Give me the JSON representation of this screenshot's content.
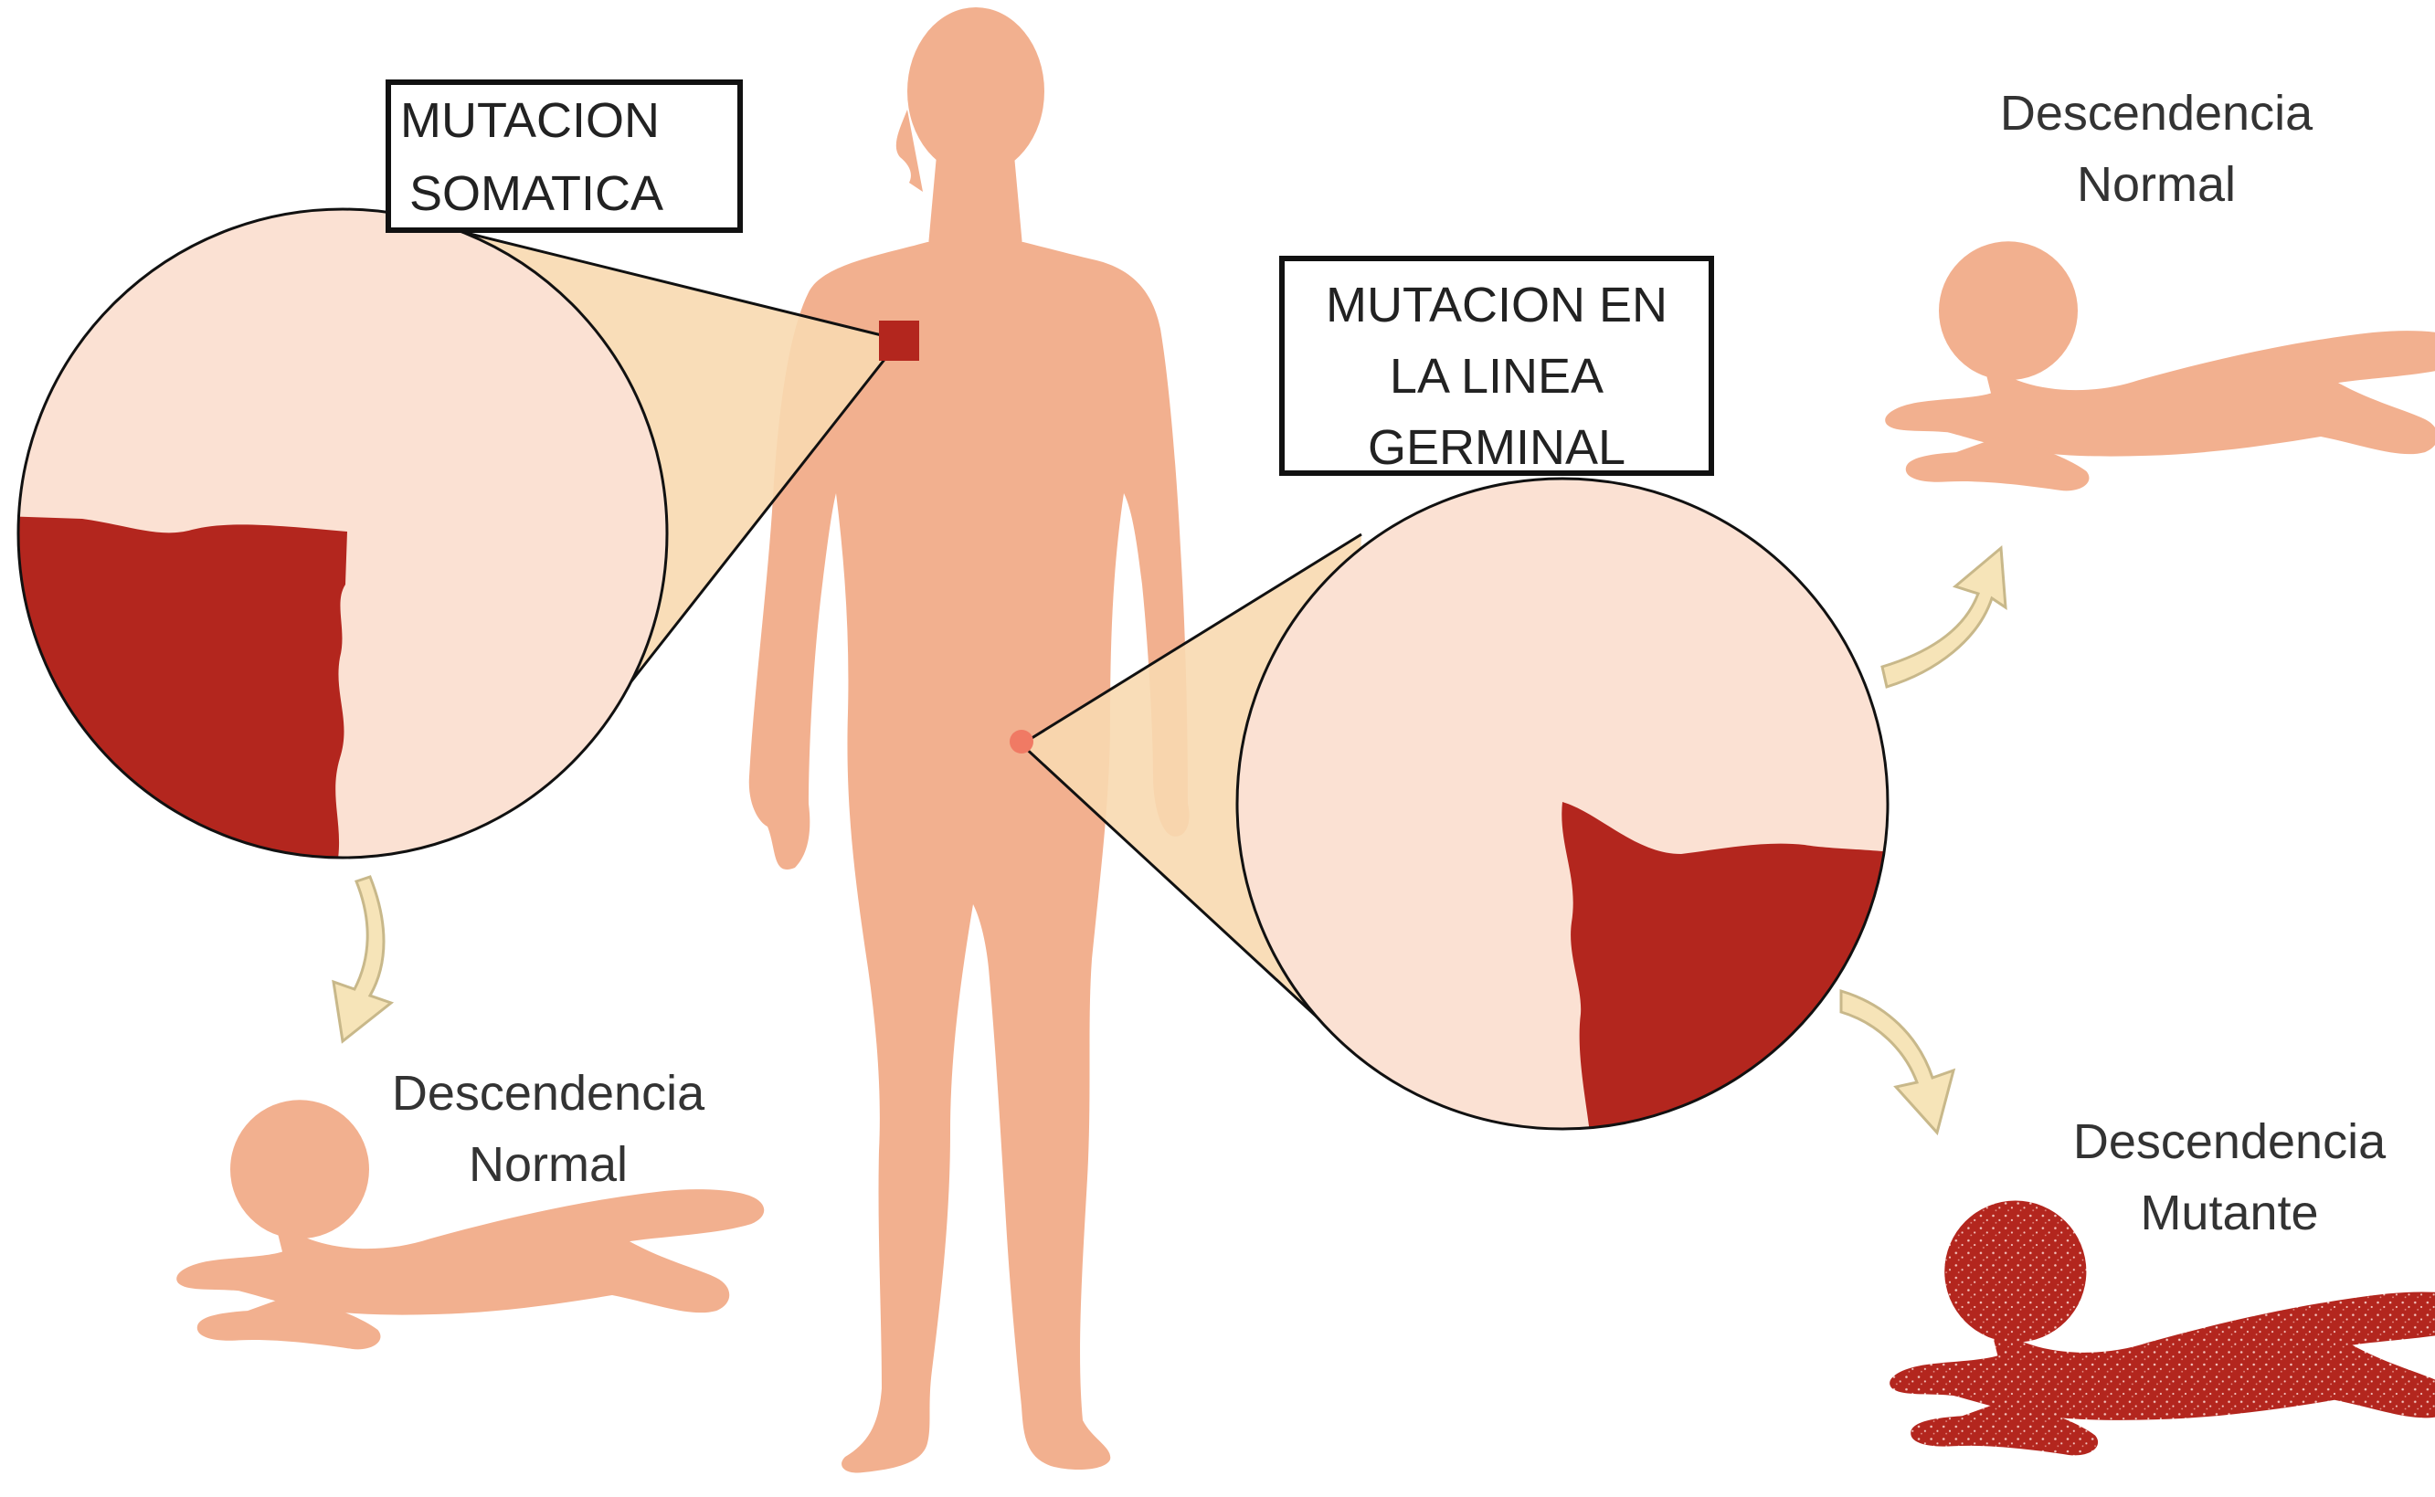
{
  "colors": {
    "skin": "#f2b08f",
    "skin_light": "#fbe1d3",
    "mutant": "#b3261e",
    "cone": "#f8d9b0",
    "arrow_fill": "#f6e4b8",
    "arrow_stroke": "#c8b88a",
    "text": "#333333",
    "box_border": "#111111"
  },
  "labels": {
    "somatic_line1": "MUTACION",
    "somatic_line2": "SOMATICA",
    "germline_line1": "MUTACION EN",
    "germline_line2": "LA LINEA",
    "germline_line3": "GERMINAL",
    "left_child_line1": "Descendencia",
    "left_child_line2": "Normal",
    "top_right_child_line1": "Descendencia",
    "top_right_child_line2": "Normal",
    "bottom_right_child_line1": "Descendencia",
    "bottom_right_child_line2": "Mutante"
  },
  "icons": {
    "body": "human-silhouette",
    "baby": "crawling-baby-silhouette",
    "arrow": "curved-arrow"
  }
}
